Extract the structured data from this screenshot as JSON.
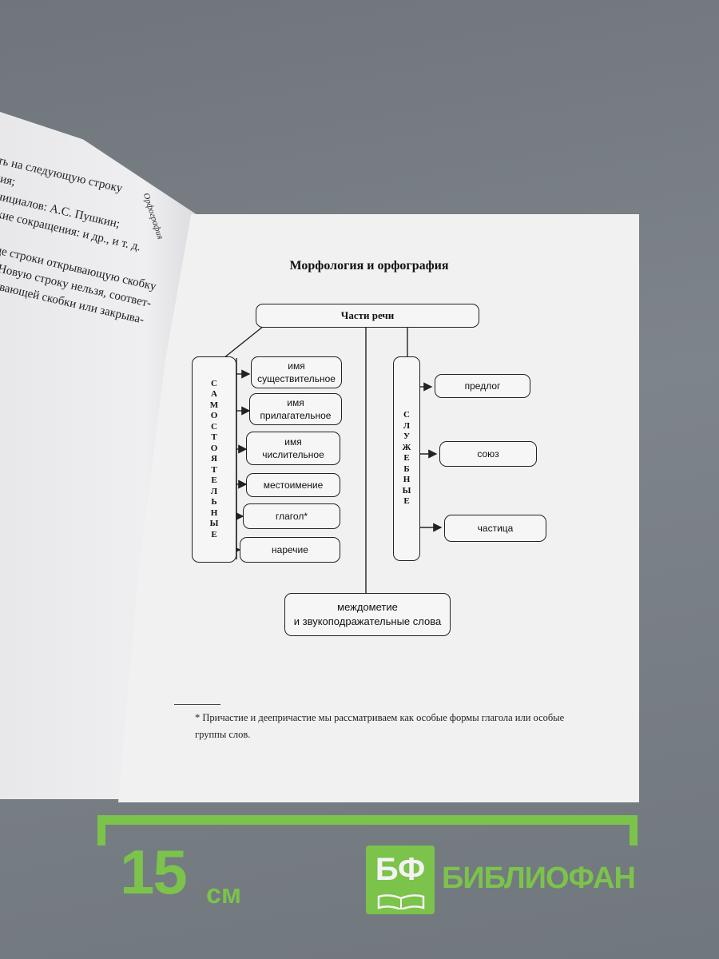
{
  "left_page": {
    "header": "Орфография",
    "lines": [
      "ть на следующую строку",
      "ния;",
      "инициалов: А.С. Пушкин;",
      "еские сокращения: и др., и т. д.",
      "",
      "конце строки открывающую скобку",
      "чки. Новую строку нельзя, соответ-",
      "закрывающей скобки или закрыва-"
    ]
  },
  "title": "Морфология и орфография",
  "diagram": {
    "root": "Части речи",
    "independent_label": [
      "С",
      "А",
      "М",
      "О",
      "С",
      "Т",
      "О",
      "Я",
      "Т",
      "Е",
      "Л",
      "Ь",
      "Н",
      "Ы",
      "Е"
    ],
    "service_label": [
      "С",
      "Л",
      "У",
      "Ж",
      "Е",
      "Б",
      "Н",
      "Ы",
      "Е"
    ],
    "independent": [
      {
        "line1": "имя",
        "line2": "существительное"
      },
      {
        "line1": "имя",
        "line2": "прилагательное"
      },
      {
        "line1": "имя",
        "line2": "числительное"
      },
      {
        "line1": "местоимение",
        "line2": ""
      },
      {
        "line1": "глагол*",
        "line2": ""
      },
      {
        "line1": "наречие",
        "line2": ""
      }
    ],
    "service": [
      "предлог",
      "союз",
      "частица"
    ],
    "bottom": {
      "line1": "междометие",
      "line2": "и звукоподражательные слова"
    }
  },
  "footnote": "* Причастие и деепричастие мы рассматриваем как особые формы глагола или особые группы слов.",
  "ruler": {
    "value": "15",
    "unit": "см"
  },
  "logo": {
    "abbr": "БФ",
    "name": "БИБЛИОФАН"
  },
  "colors": {
    "accent": "#7bc34a"
  }
}
